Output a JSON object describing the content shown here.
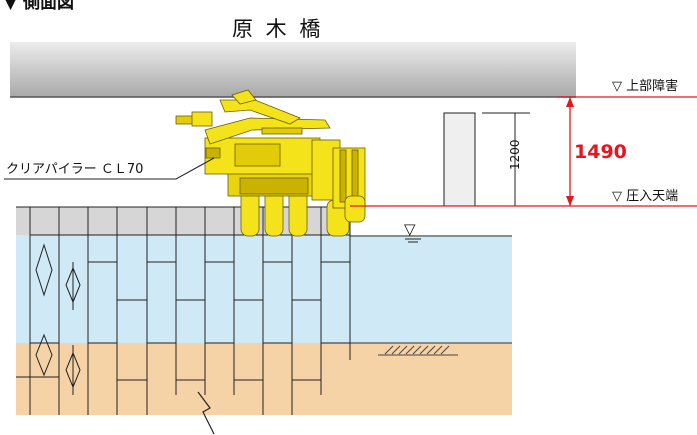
{
  "header": {
    "section_label": "▼ 側面図",
    "bridge_name": "原 木 橋"
  },
  "labels": {
    "upper_obstacle": "▽ 上部障害",
    "press_top": "▽ 圧入天端",
    "machine_name": "クリアパイラー ＣＬ70",
    "clearance_total": "1490",
    "block_height": "1200",
    "water_symbol": "▽"
  },
  "colors": {
    "girder": "#b9b9b9",
    "water": "#cfe9f6",
    "soil": "#f5d3a7",
    "machine": "#f4e21a",
    "dimension_red": "#e8141e",
    "line": "#222222"
  }
}
